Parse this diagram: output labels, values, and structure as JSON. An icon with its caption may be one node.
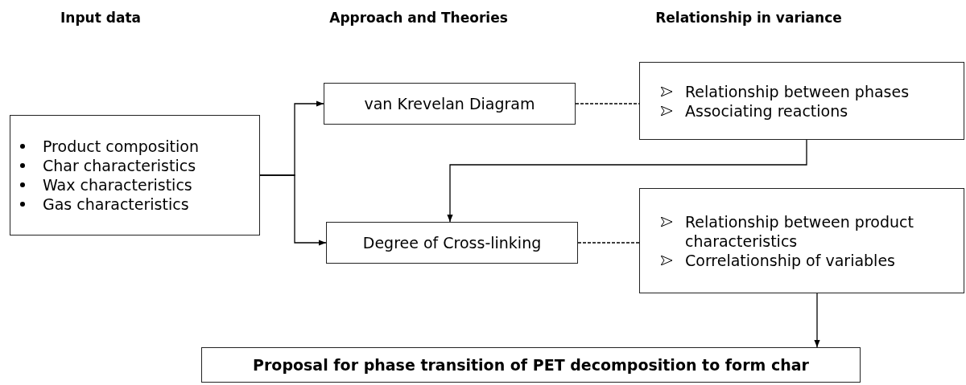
{
  "diagram": {
    "nodes": [
      {
        "text": [
          "Product composition",
          "Char characteristics",
          "Wax characteristics",
          "Gas characteristics"
        ]
      },
      {
        "text": [
          "van Krevelan Diagram"
        ]
      },
      {
        "text": [
          "Degree of Cross-linking"
        ]
      },
      {
        "text": [
          "Relationship between phases",
          "Associating reactions"
        ]
      },
      {
        "text": [
          "Relationship between product characteristics",
          "Correlationship of variables"
        ]
      },
      {
        "text": [
          "Proposal for phase transition of PET decomposition to form char"
        ]
      }
    ],
    "edges": [
      {
        "from": 0,
        "to": 1,
        "arrow": "to"
      },
      {
        "from": 0,
        "to": 2,
        "arrow": "to"
      },
      {
        "from": 1,
        "to": 3,
        "arrow": "none",
        "style": "dashed"
      },
      {
        "from": 2,
        "to": 4,
        "arrow": "none",
        "style": "dashed"
      },
      {
        "from": 3,
        "to": 2,
        "arrow": "to"
      },
      {
        "from": 4,
        "to": 5,
        "arrow": "to"
      }
    ],
    "labels": [
      "Input data",
      "Approach and Theories",
      "Relationship in variance"
    ]
  }
}
